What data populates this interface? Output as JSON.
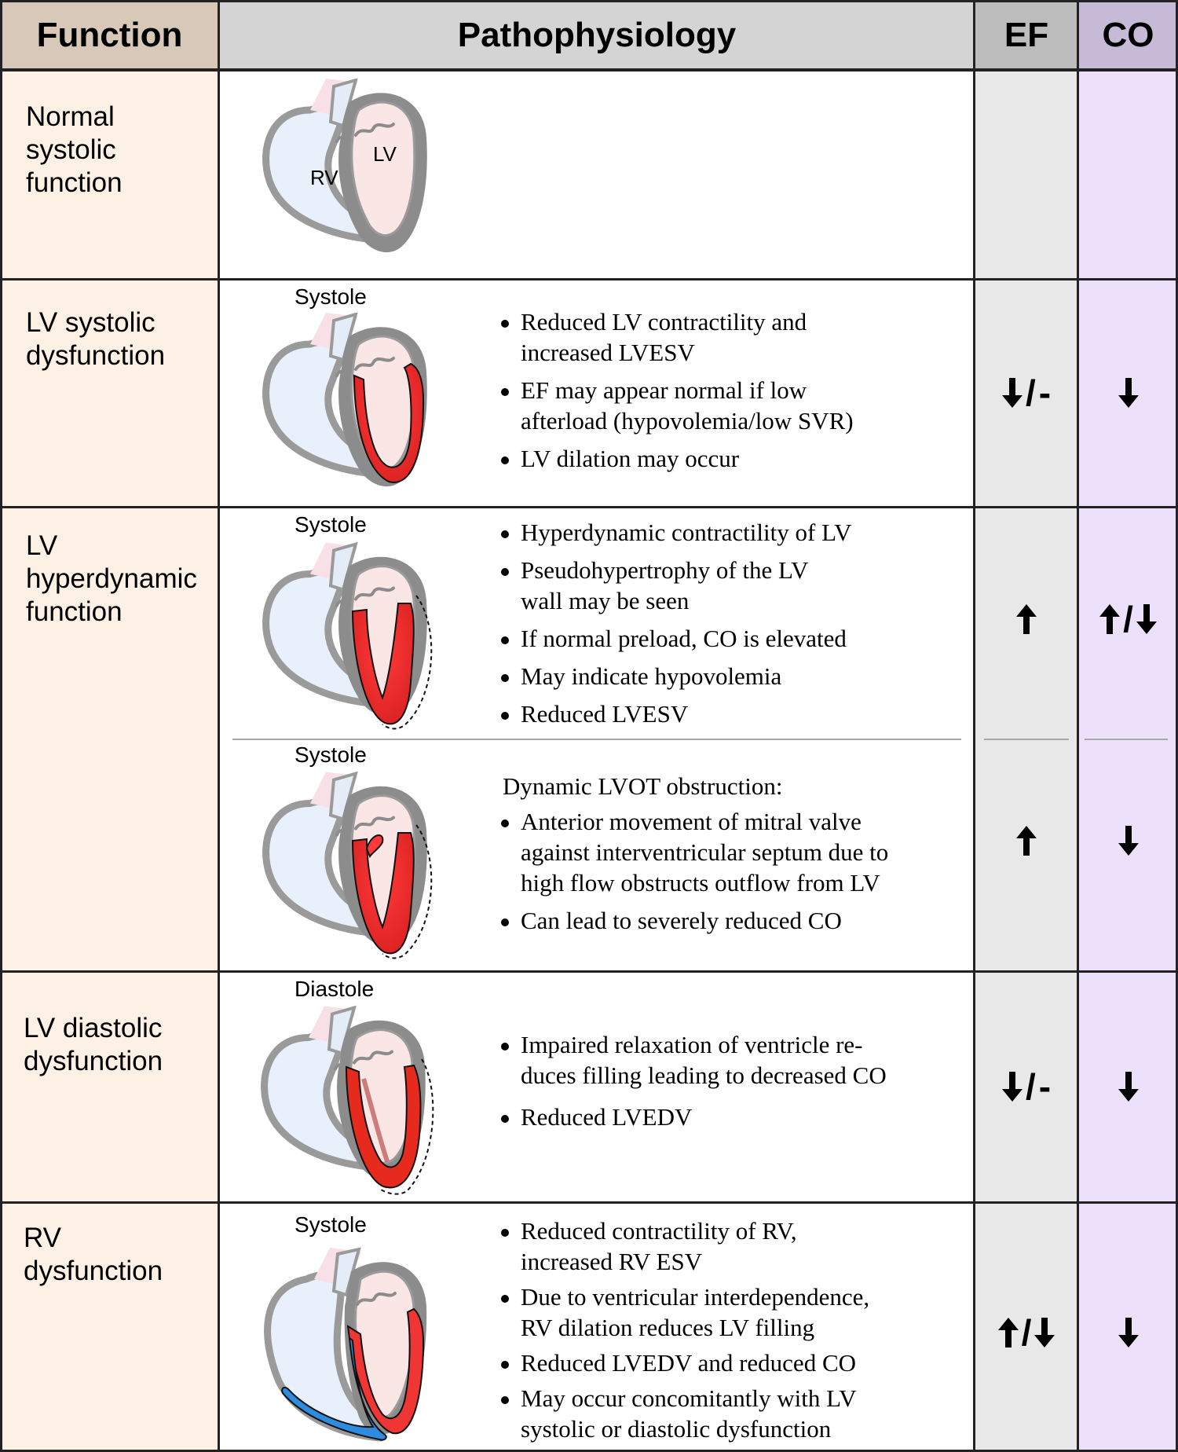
{
  "headers": {
    "function": "Function",
    "pathophysiology": "Pathophysiology",
    "ef": "EF",
    "co": "CO"
  },
  "rows": {
    "normal": {
      "function_lines": [
        "Normal",
        "systolic",
        "function"
      ],
      "heart_labels": {
        "rv": "RV",
        "lv": "LV"
      }
    },
    "lv_systolic": {
      "function_lines": [
        "LV systolic",
        "dysfunction"
      ],
      "phase": "Systole",
      "bullets": [
        [
          "Reduced LV contractility and",
          "increased LVESV"
        ],
        [
          "EF may appear normal if low",
          "afterload (hypovolemia/low SVR)"
        ],
        [
          "LV dilation may occur"
        ]
      ],
      "ef": "down/-",
      "co": "down"
    },
    "lv_hyperdynamic": {
      "function_lines": [
        "LV",
        "hyperdynamic",
        "function"
      ],
      "a": {
        "phase": "Systole",
        "bullets": [
          [
            "Hyperdynamic contractility of LV"
          ],
          [
            "Pseudohypertrophy of the LV",
            "wall may be seen"
          ],
          [
            "If normal preload, CO is elevated"
          ],
          [
            "May indicate hypovolemia"
          ],
          [
            "Reduced LVESV"
          ]
        ],
        "ef": "up",
        "co": "up/down"
      },
      "b": {
        "phase": "Systole",
        "intro": "Dynamic LVOT obstruction:",
        "bullets": [
          [
            "Anterior movement of mitral valve",
            "against interventricular septum due to",
            "high flow obstructs outflow from LV"
          ],
          [
            "Can lead to severely reduced CO"
          ]
        ],
        "ef": "up",
        "co": "down"
      }
    },
    "lv_diastolic": {
      "function_lines": [
        "LV diastolic",
        "dysfunction"
      ],
      "phase": "Diastole",
      "bullets": [
        [
          "Impaired relaxation of ventricle re-",
          "duces filling leading to decreased CO"
        ],
        [
          "Reduced LVEDV"
        ]
      ],
      "ef": "down/-",
      "co": "down"
    },
    "rv": {
      "function_lines": [
        "RV",
        "dysfunction"
      ],
      "phase": "Systole",
      "bullets": [
        [
          "Reduced contractility of RV,",
          "increased RV ESV"
        ],
        [
          "Due to ventricular interdependence,",
          "RV dilation reduces LV filling"
        ],
        [
          "Reduced LVEDV and reduced CO"
        ],
        [
          "May occur concomitantly with LV",
          "systolic or diastolic dysfunction"
        ]
      ],
      "ef": "up/down",
      "co": "down"
    }
  },
  "colors": {
    "function_bg": "#fdf0e4",
    "ef_bg": "#e8e8e8",
    "co_bg": "#ece0fb",
    "lv_wall_red": "#f03535",
    "rv_wall_blue": "#2e8be0",
    "heart_grey": "#8c8c8c"
  }
}
